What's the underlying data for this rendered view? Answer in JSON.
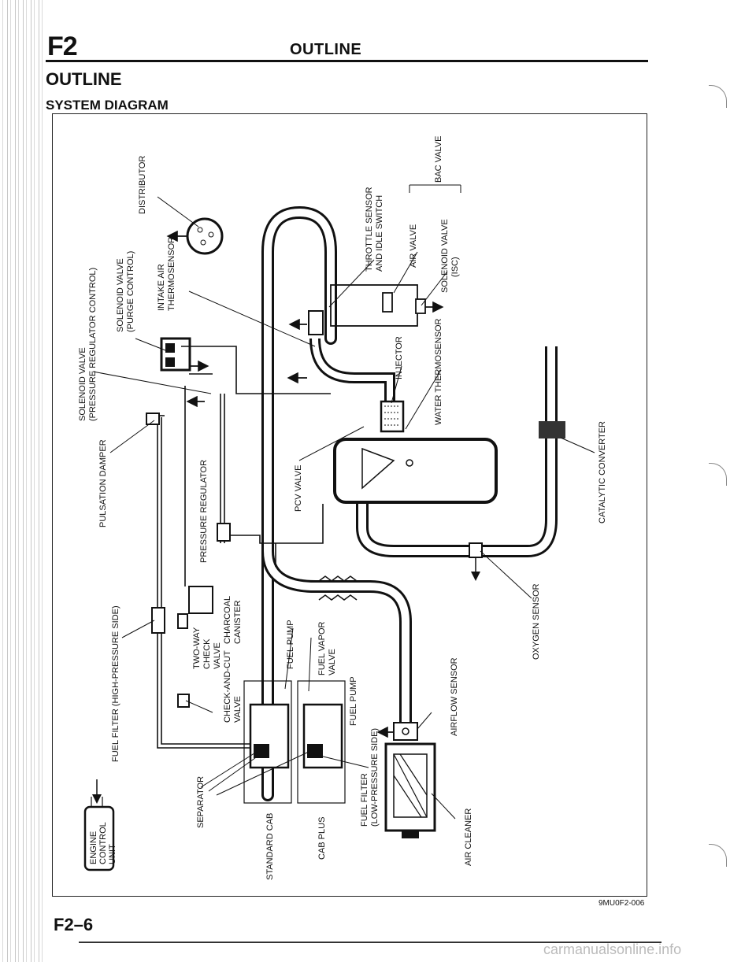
{
  "header": {
    "section_code": "F2",
    "title": "OUTLINE"
  },
  "section_title": "OUTLINE",
  "subsection_title": "SYSTEM DIAGRAM",
  "labels": {
    "distributor": "DISTRIBUTOR",
    "solenoid_prc_1": "SOLENOID VALVE",
    "solenoid_prc_2": "(PRESSURE REGULATOR CONTROL)",
    "solenoid_purge_1": "SOLENOID VALVE",
    "solenoid_purge_2": "(PURGE CONTROL)",
    "intake_air_1": "INTAKE AIR",
    "intake_air_2": "THERMOSENSOR",
    "throttle_1": "THROTTLE SENSOR",
    "throttle_2": "AND IDLE SWITCH",
    "air_valve": "AIR VALVE",
    "bac_valve": "BAC VALVE",
    "solenoid_isc_1": "SOLENOID VALVE",
    "solenoid_isc_2": "(ISC)",
    "injector": "INJECTOR",
    "water_thermo": "WATER THERMOSENSOR",
    "catalytic": "CATALYTIC CONVERTER",
    "pulsation": "PULSATION DAMPER",
    "pressure_reg": "PRESSURE REGULATOR",
    "pcv": "PCV VALVE",
    "charcoal_1": "CHARCOAL",
    "charcoal_2": "CANISTER",
    "oxygen": "OXYGEN SENSOR",
    "fuel_filter_hp": "FUEL FILTER (HIGH-PRESSURE SIDE)",
    "two_way_1": "TWO-WAY",
    "two_way_2": "CHECK",
    "two_way_3": "VALVE",
    "fuel_pump_a": "FUEL PUMP",
    "fuel_vapor_1": "FUEL VAPOR",
    "fuel_vapor_2": "VALVE",
    "check_cut_1": "CHECK-AND-CUT",
    "check_cut_2": "VALVE",
    "fuel_pump_b": "FUEL PUMP",
    "airflow": "AIRFLOW SENSOR",
    "separator": "SEPARATOR",
    "standard_cab": "STANDARD CAB",
    "cab_plus": "CAB PLUS",
    "fuel_filter_lp_1": "FUEL FILTER",
    "fuel_filter_lp_2": "(LOW-PRESSURE SIDE)",
    "air_cleaner": "AIR CLEANER",
    "ecu_1": "ENGINE",
    "ecu_2": "CONTROL",
    "ecu_3": "UNIT"
  },
  "figure_code": "9MU0F2-006",
  "page_number": "F2–6",
  "watermark": "carmanualsonline.info"
}
